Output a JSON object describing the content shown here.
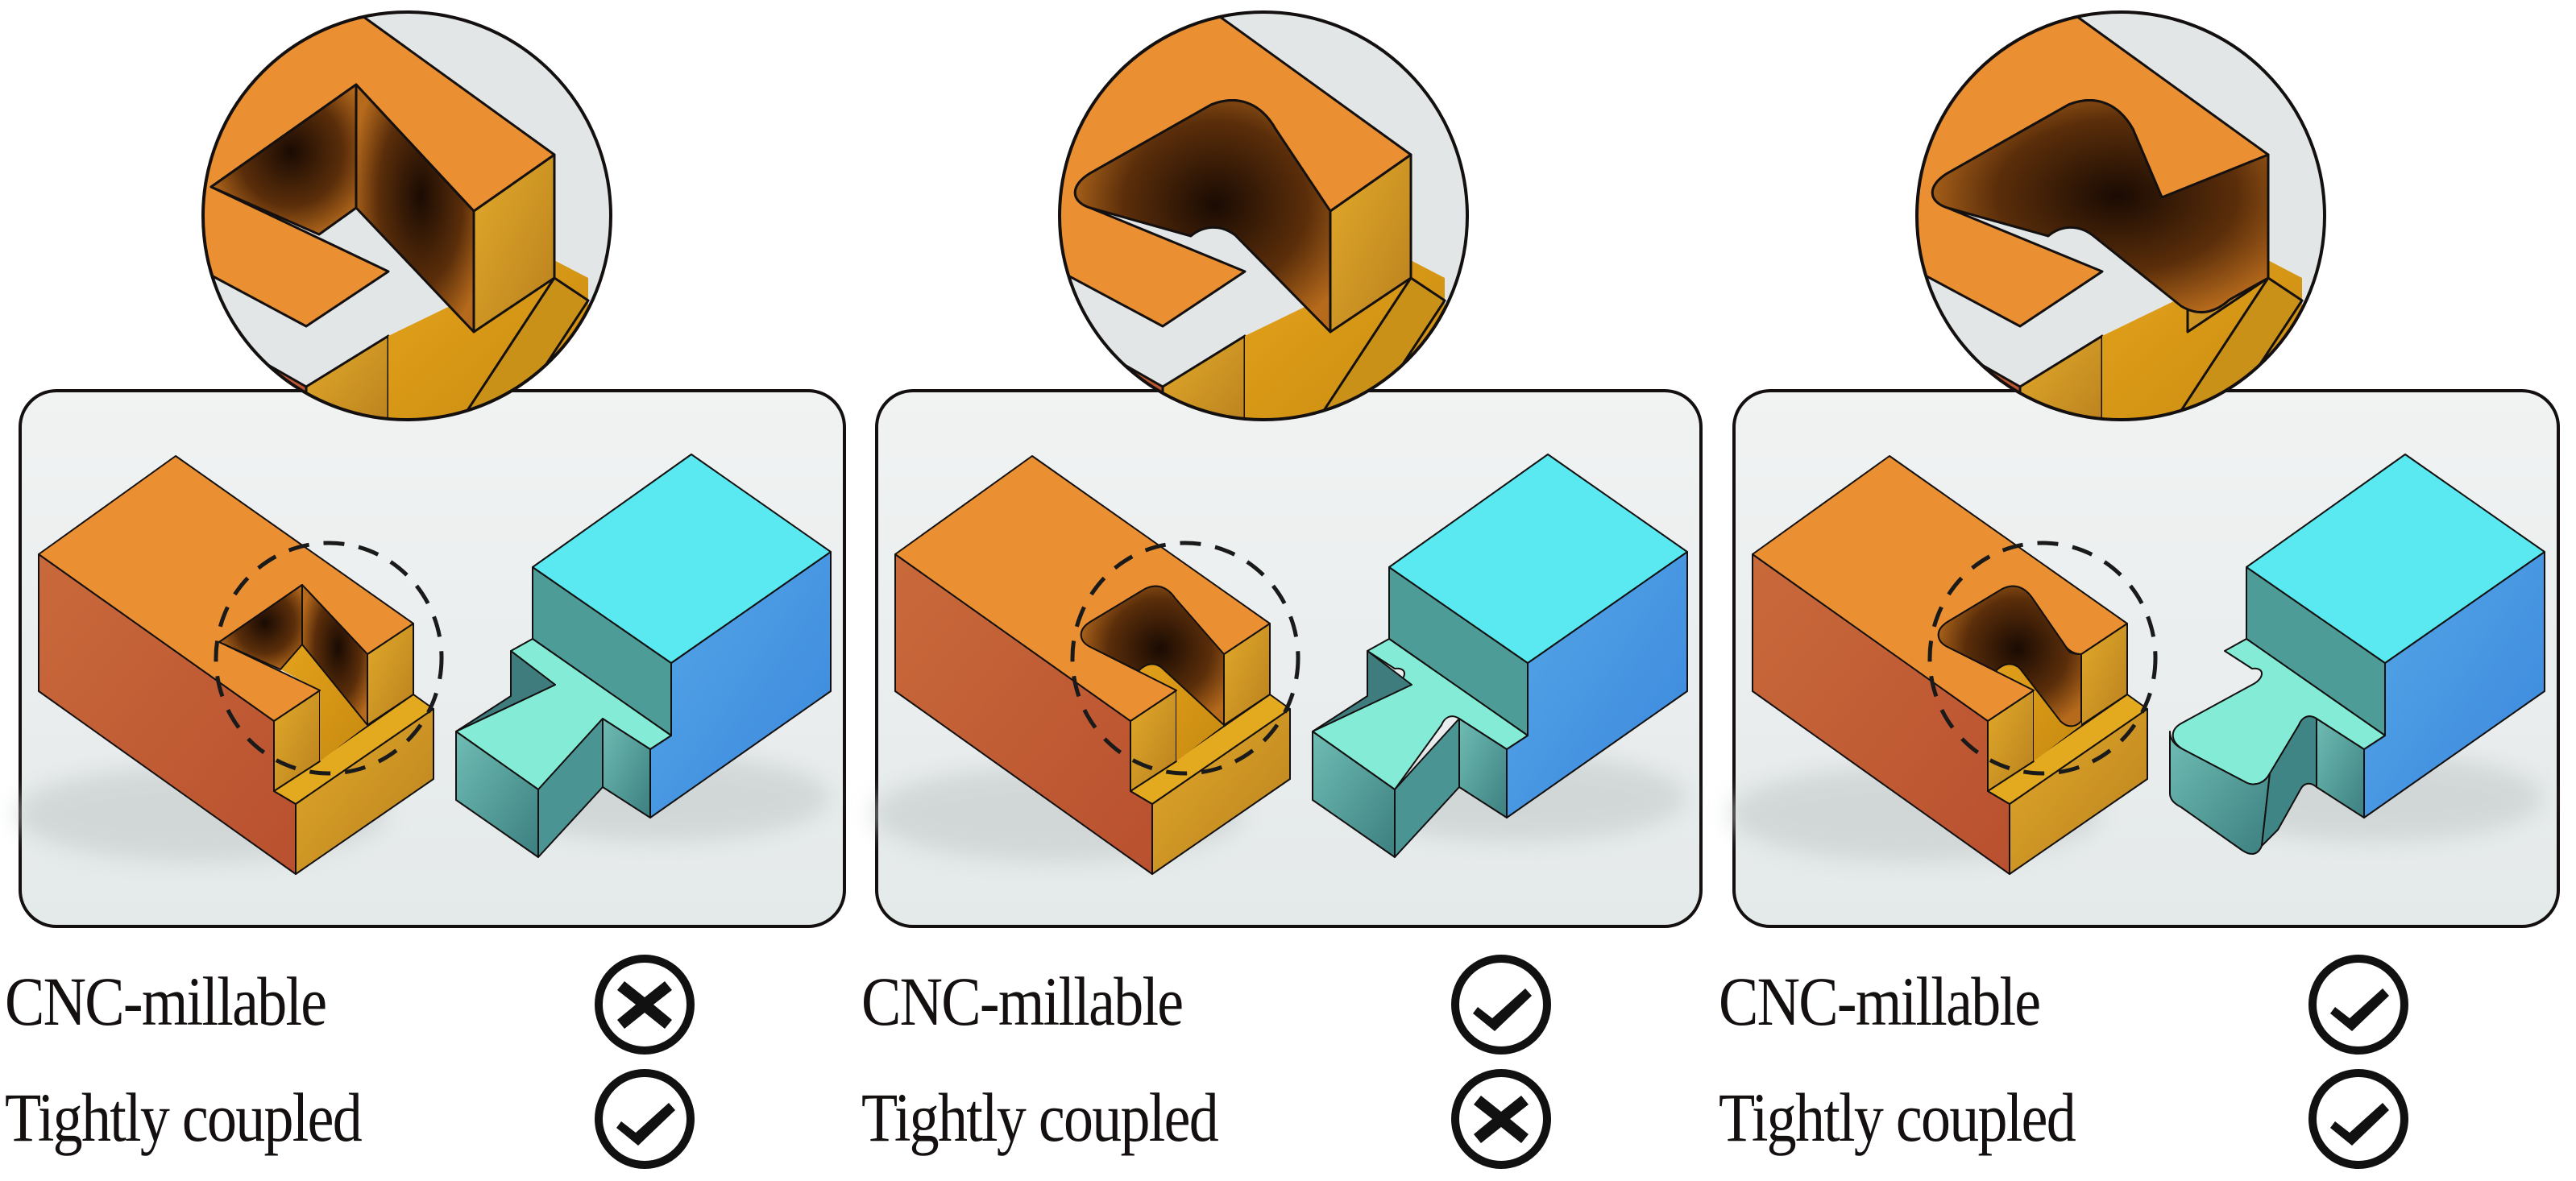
{
  "figure": {
    "description": "Comparison of three joint designs: sharp-corner, rounded pocket only, rounded pocket and tab",
    "colors": {
      "panel_bg": "#eef0f0",
      "orange_top": "#ea9032",
      "orange_side": "#c45e37",
      "orange_front": "#d79a25",
      "pocket_dark": "#3a1a05",
      "blue_top": "#5ae9f0",
      "blue_side": "#4a9de4",
      "teal_top": "#84ecd6",
      "teal_side": "#5fb3ab",
      "outline": "#141010"
    },
    "panels": [
      {
        "id": "sharp-corners",
        "variant": "sharp",
        "criteria": [
          {
            "label": "CNC-millable",
            "status": "fail",
            "icon": "x-circle-icon"
          },
          {
            "label": "Tightly coupled",
            "status": "pass",
            "icon": "check-circle-icon"
          }
        ]
      },
      {
        "id": "rounded-pocket",
        "variant": "rounded-pocket",
        "criteria": [
          {
            "label": "CNC-millable",
            "status": "pass",
            "icon": "check-circle-icon"
          },
          {
            "label": "Tightly coupled",
            "status": "fail",
            "icon": "x-circle-icon"
          }
        ]
      },
      {
        "id": "rounded-both",
        "variant": "rounded-both",
        "criteria": [
          {
            "label": "CNC-millable",
            "status": "pass",
            "icon": "check-circle-icon"
          },
          {
            "label": "Tightly coupled",
            "status": "pass",
            "icon": "check-circle-icon"
          }
        ]
      }
    ]
  }
}
